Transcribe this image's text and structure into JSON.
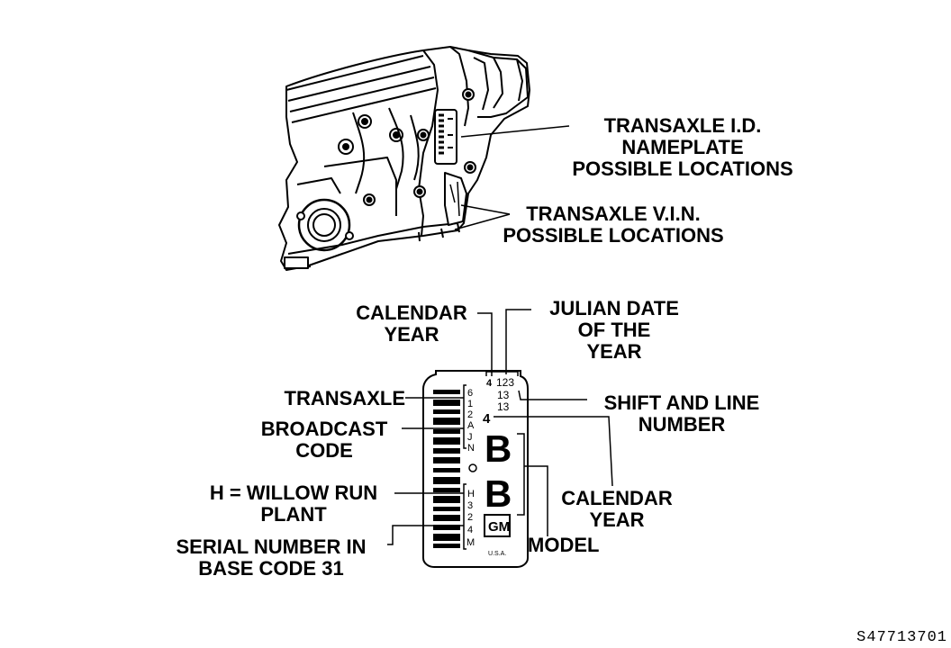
{
  "labels": {
    "nameplate": [
      "TRANSAXLE I.D.",
      "NAMEPLATE",
      "POSSIBLE LOCATIONS"
    ],
    "vin": [
      "TRANSAXLE V.I.N.",
      "POSSIBLE LOCATIONS"
    ],
    "calendar_year_top": [
      "CALENDAR",
      "YEAR"
    ],
    "julian_date": [
      "JULIAN DATE",
      "OF THE",
      "YEAR"
    ],
    "transaxle": "TRANSAXLE",
    "broadcast_code": [
      "BROADCAST",
      "CODE"
    ],
    "shift_line": [
      "SHIFT AND LINE",
      "NUMBER"
    ],
    "willow_run": [
      "H = WILLOW RUN",
      "PLANT"
    ],
    "calendar_year_right": [
      "CALENDAR",
      "YEAR"
    ],
    "serial_number": [
      "SERIAL NUMBER IN",
      "BASE CODE 31"
    ],
    "model": "MODEL"
  },
  "plate": {
    "top_year": "4",
    "julian": "123",
    "shift1": "13",
    "shift2": "13",
    "calendar_digit": "4",
    "broadcast_chars": [
      "6",
      "1",
      "2",
      "A",
      "J",
      "N"
    ],
    "serial_chars": [
      "H",
      "3",
      "2",
      "4",
      "M"
    ],
    "model_letter_1": "B",
    "model_letter_2": "B",
    "logo": "GM",
    "country": "U.S.A."
  },
  "reference": "S47713701"
}
